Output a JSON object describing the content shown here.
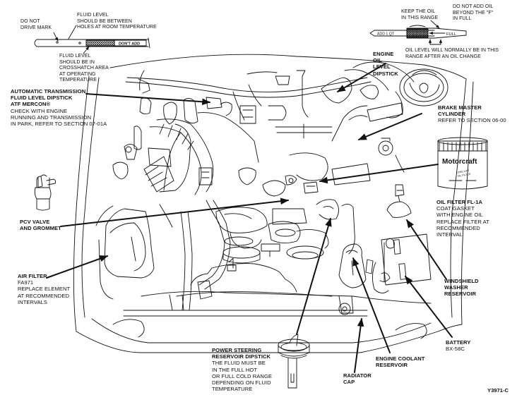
{
  "figure_id": "Y3971-C",
  "colors": {
    "ink": "#111111",
    "paper": "#ffffff"
  },
  "atf_dipstick_detail": {
    "do_not_drive": [
      "DO NOT",
      "DRIVE MARK"
    ],
    "room_temp": [
      "FLUID LEVEL",
      "SHOULD BE BETWEEN",
      "HOLES AT ROOM TEMPERATURE"
    ],
    "operating_temp": [
      "FLUID LEVEL",
      "SHOULD BE IN",
      "CROSSHATCH AREA",
      "AT OPERATING",
      "TEMPERATURE"
    ],
    "stick_marking": "DON'T ADD"
  },
  "oil_dipstick_detail": {
    "keep_range": [
      "KEEP THE OIL",
      "IN THIS RANGE"
    ],
    "do_not_add": [
      "DO NOT ADD OIL",
      "BEYOND THE \"F\"",
      "IN FULL"
    ],
    "add_mark": "ADD 1 QT",
    "full_mark": "FULL",
    "after_change": [
      "OIL LEVEL WILL NORMALLY BE IN THIS",
      "RANGE AFTER AN OIL CHANGE"
    ]
  },
  "oil_filter_brand": "Motorcraft",
  "oil_filter_text": [
    "LONG LIFE",
    "OIL FILTER"
  ],
  "callouts": {
    "engine_oil_dipstick": {
      "title": [
        "ENGINE",
        "OIL",
        "LEVEL",
        "DIPSTICK"
      ],
      "notes": []
    },
    "atf_dipstick": {
      "title": [
        "AUTOMATIC TRANSMISSION",
        "FLUID LEVEL DIPSTICK",
        "ATF MERCON®"
      ],
      "notes": [
        "CHECK WITH ENGINE",
        "RUNNING AND TRANSMISSION",
        "IN PARK, REFER TO SECTION 07-01A"
      ]
    },
    "brake_master": {
      "title": [
        "BRAKE MASTER",
        "CYLINDER"
      ],
      "notes": [
        "REFER TO SECTION 06-00"
      ]
    },
    "oil_filter": {
      "title": [
        "OIL FILTER FL-1A"
      ],
      "notes": [
        "COAT GASKET",
        "WITH ENGINE OIL",
        "REPLACE FILTER AT",
        "RECOMMENDED",
        "INTERVAL"
      ]
    },
    "pcv_valve": {
      "title": [
        "PCV VALVE",
        "AND GROMMET"
      ],
      "notes": []
    },
    "air_filter": {
      "title": [
        "AIR FILTER"
      ],
      "notes": [
        "FA971",
        "REPLACE ELEMENT",
        "AT RECOMMENDED",
        "INTERVALS"
      ]
    },
    "washer_reservoir": {
      "title": [
        "WINDSHIELD",
        "WASHER",
        "RESERVOIR"
      ],
      "notes": []
    },
    "battery": {
      "title": [
        "BATTERY"
      ],
      "notes": [
        "BX-58C"
      ]
    },
    "coolant_reservoir": {
      "title": [
        "ENGINE COOLANT",
        "RESERVOIR"
      ],
      "notes": []
    },
    "radiator_cap": {
      "title": [
        "RADIATOR",
        "CAP"
      ],
      "notes": []
    },
    "power_steering": {
      "title": [
        "POWER STEERING",
        "RESERVOIR DIPSTICK"
      ],
      "notes": [
        "THE FLUID MUST BE",
        "IN THE FULL HOT",
        "OR FULL COLD RANGE",
        "DEPENDING ON FLUID",
        "TEMPERATURE"
      ]
    }
  }
}
